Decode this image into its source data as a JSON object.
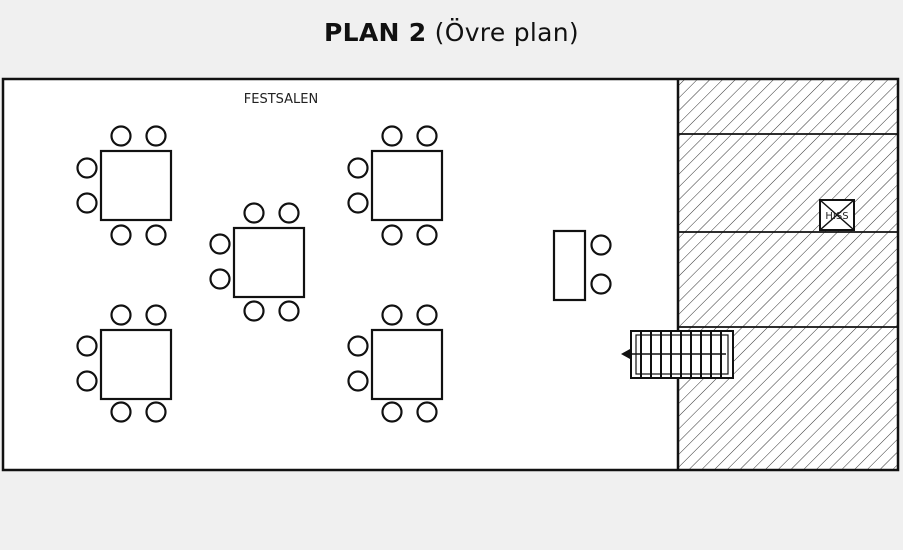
{
  "header": {
    "title_bold": "PLAN 2",
    "title_sub": "(Övre plan)"
  },
  "rooms": {
    "main_hall": "FESTSALEN",
    "lift": "HISS"
  },
  "icons": {
    "stairs": "stairs-icon",
    "lift": "elevator-icon"
  },
  "colors": {
    "background": "#f0f0f0",
    "floor": "#ffffff",
    "ink": "#111111"
  }
}
